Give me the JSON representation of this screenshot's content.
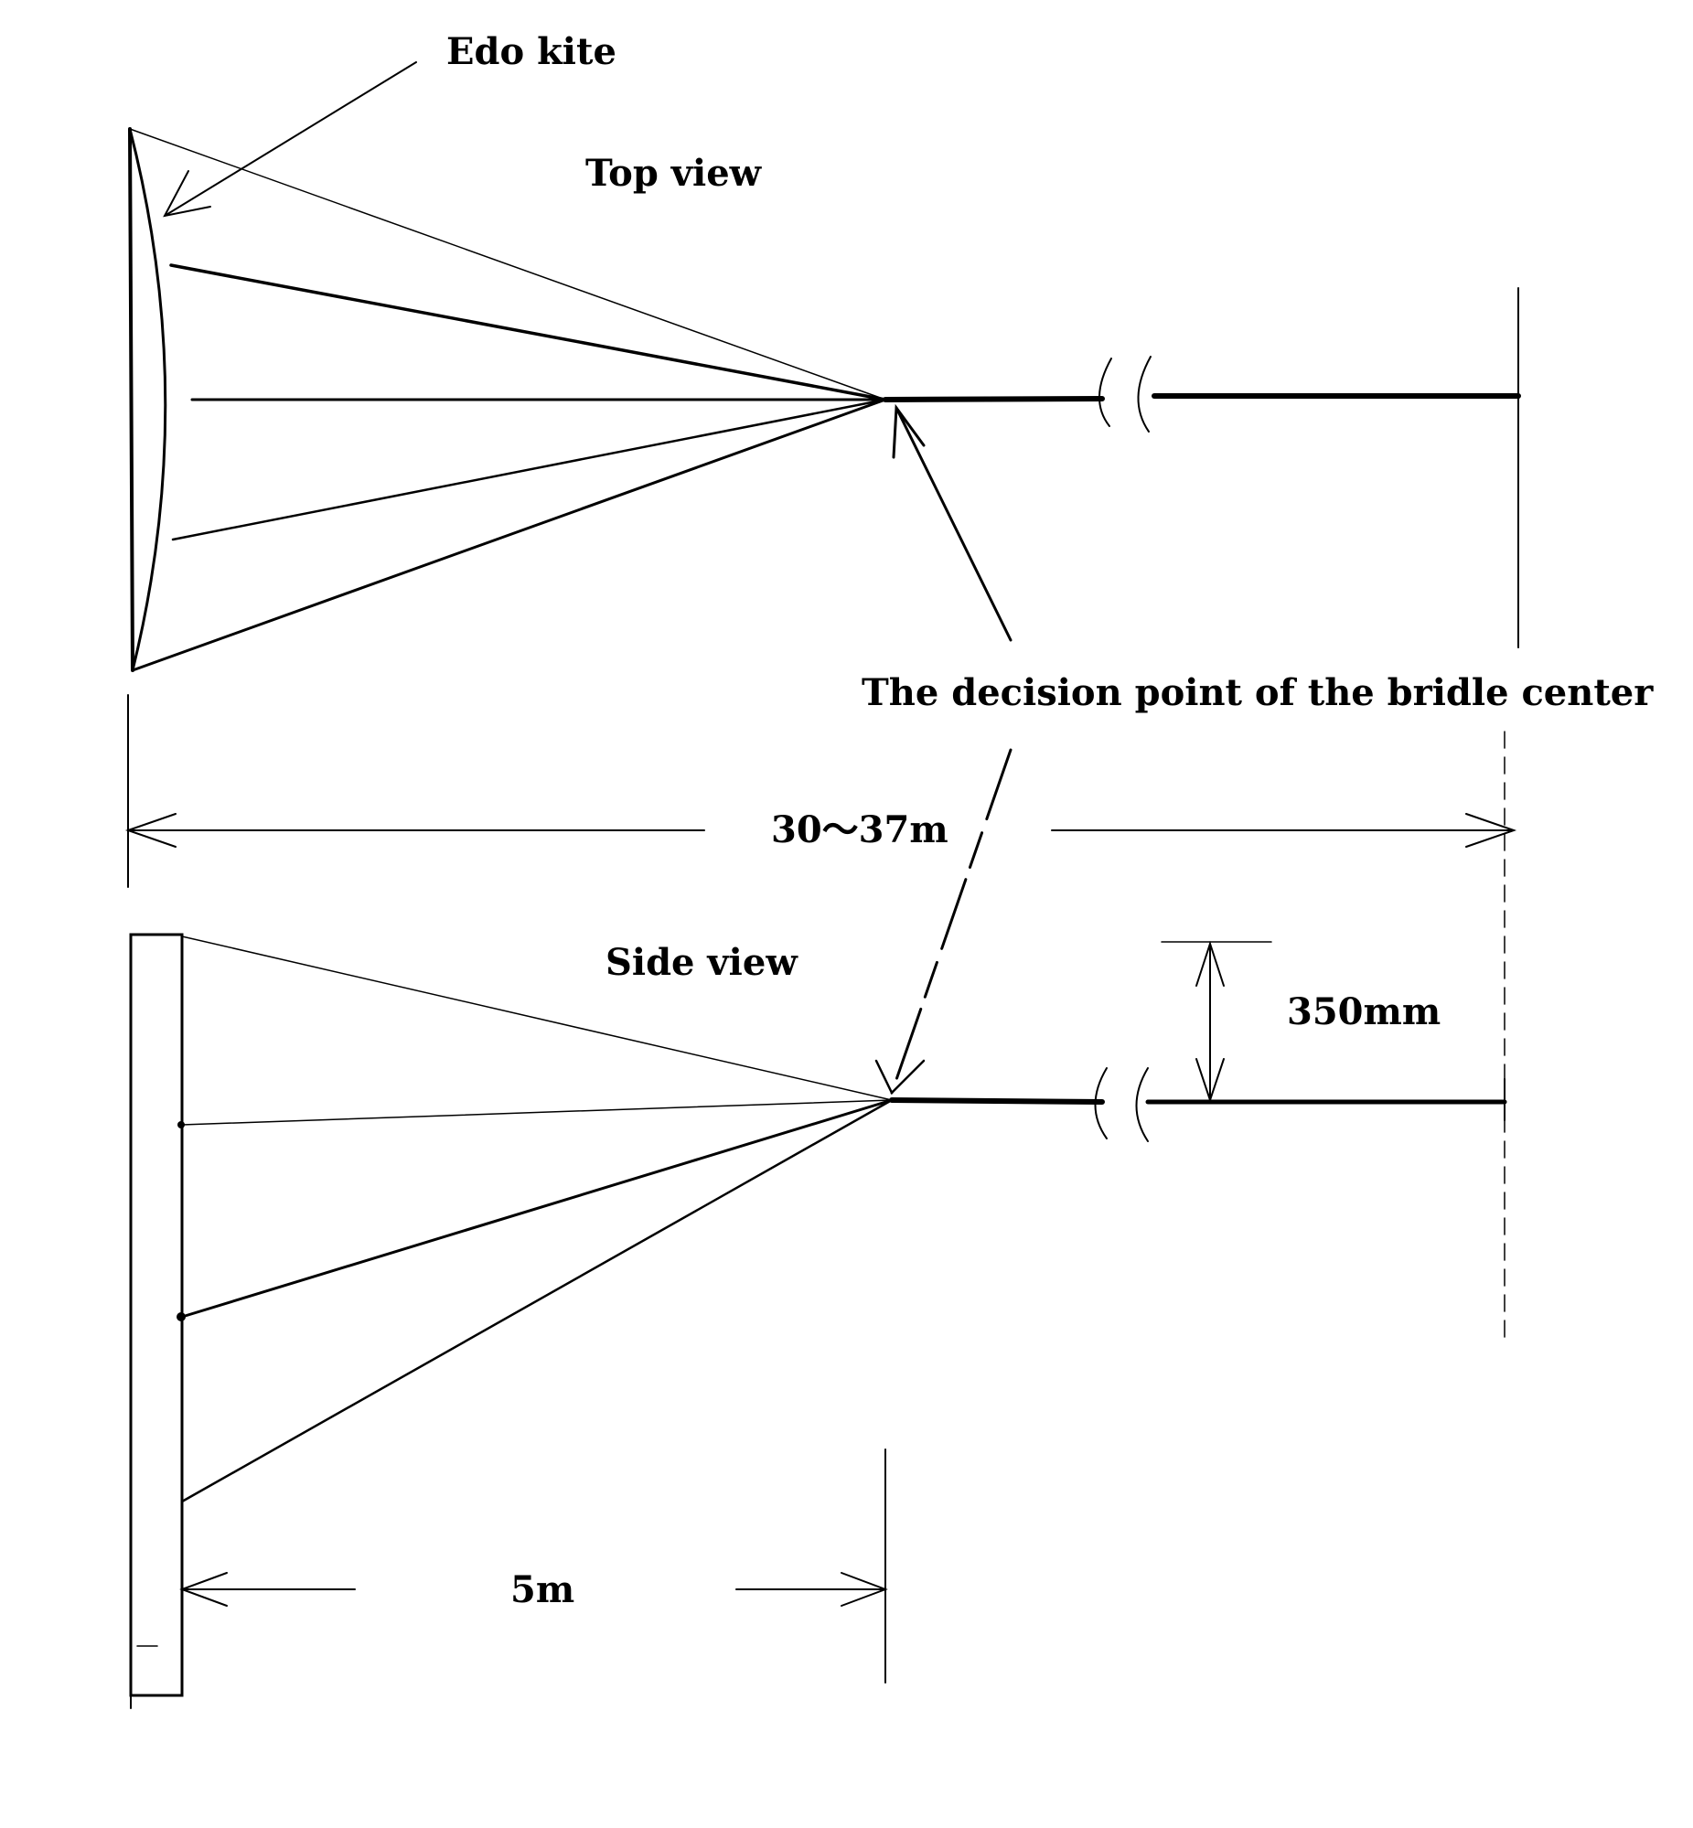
{
  "labels": {
    "edo_kite": "Edo kite",
    "top_view": "Top view",
    "side_view": "Side view",
    "decision_point": "The decision point of the bridle center",
    "total_length": "30～37m",
    "height_offset": "350mm",
    "bridle_length": "5m"
  },
  "colors": {
    "ink": "#000000",
    "paper": "#ffffff"
  }
}
